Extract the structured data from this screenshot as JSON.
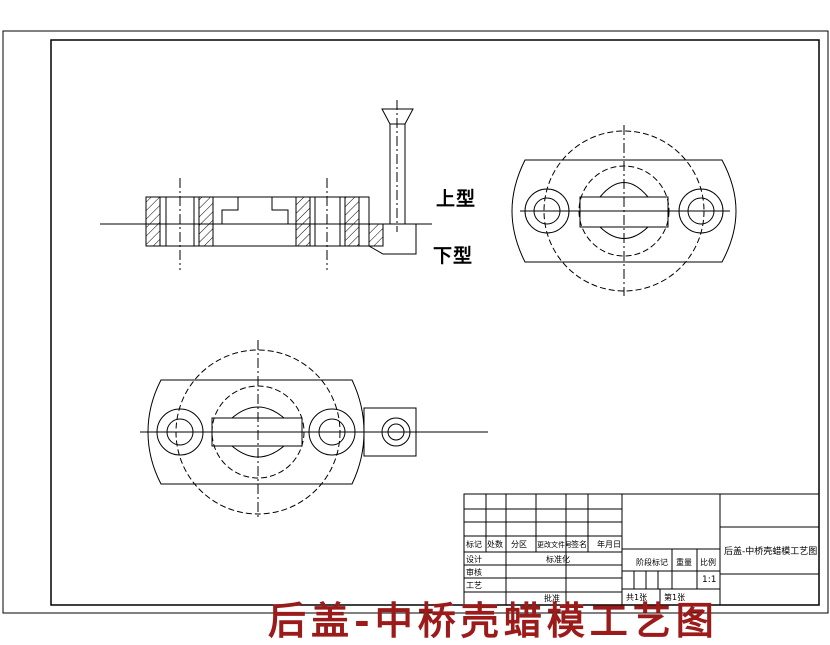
{
  "labels": {
    "upper_mold": "上型",
    "lower_mold": "下型"
  },
  "title_block": {
    "rev_headers": [
      "标记",
      "处数",
      "分区",
      "更改文件号",
      "签名",
      "年月日"
    ],
    "design": "设计",
    "standardize": "标准化",
    "review": "审核",
    "process": "工艺",
    "approve": "批准",
    "stage_mark": "阶段标记",
    "weight": "重量",
    "scale_label": "比例",
    "scale_value": "1:1",
    "sheet_total": "共1张",
    "sheet_no": "第1张",
    "drawing_name": "后盖-中桥壳蜡模工艺图"
  },
  "banner": "后盖-中桥壳蜡模工艺图",
  "colors": {
    "line": "#000000",
    "banner": "#9b1a1a"
  }
}
